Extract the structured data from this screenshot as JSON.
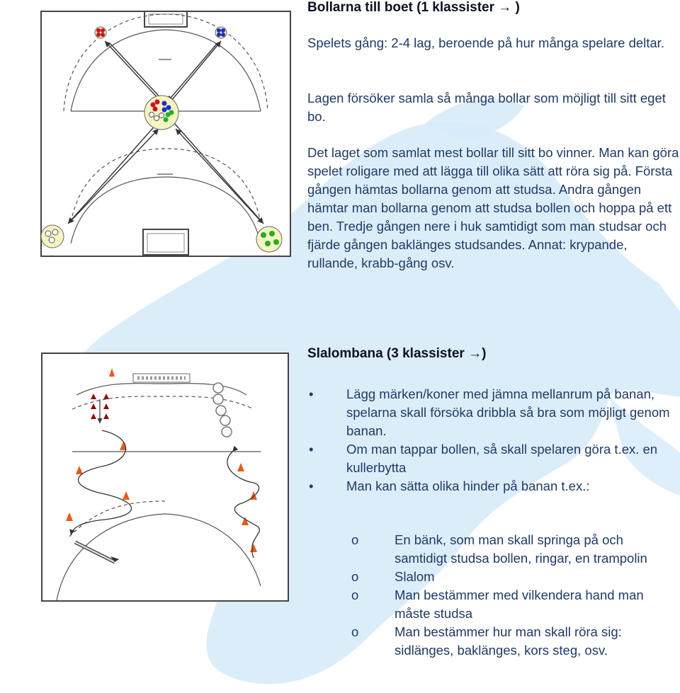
{
  "section1": {
    "title": "Bollarna till boet (1 klassister",
    "title_arrow": "→",
    "title_close": " )",
    "paragraphs": [
      "Spelets gång: 2-4 lag, beroende på hur många spelare deltar.",
      "Lagen försöker samla så många bollar som möjligt till sitt eget bo.",
      "Det laget som samlat mest bollar till sitt bo vinner. Man kan göra spelet roligare med att lägga till olika sätt att röra sig på. Första gången hämtas bollarna genom att studsa. Andra gången hämtar man bollarna genom att studsa bollen och hoppa på ett ben. Tredje gången nere i huk samtidigt som man studsar och fjärde gången baklänges studsandes. Annat: krypande, rullande, krabb-gång osv."
    ]
  },
  "section2": {
    "title": "Slalombana (3 klassister",
    "title_arrow": "→",
    "title_close": ")",
    "bullet_mark": "•",
    "bullets": [
      "Lägg märken/koner med jämna mellanrum på banan, spelarna skall försöka dribbla så bra som möjligt genom banan.",
      "Om man tappar bollen, så skall spelaren göra t.ex. en kullerbytta",
      "Man kan sätta olika hinder på banan t.ex.:"
    ],
    "sub_mark": "o",
    "sub_bullets": [
      "En bänk, som man skall springa på och samtidigt studsa bollen, ringar, en trampolin",
      "Slalom",
      "Man bestämmer med vilkendera hand man måste studsa",
      "Man bestämmer hur man skall röra sig: sidlänges, baklänges, kors steg, osv."
    ]
  },
  "colors": {
    "text": "#1f3a66",
    "heading": "#0b1020",
    "water": "#cfe6f8",
    "court_line": "#555555",
    "nest_fill": "#f7f3c2",
    "cone": "#e85a1a",
    "team_red": "#d0101a",
    "team_blue": "#1a2fc0",
    "team_green": "#22b020"
  },
  "icons": {
    "title_arrow": "right-arrow-icon",
    "cone": "traffic-cone-icon",
    "ring": "hoop-ring-icon",
    "bench": "bench-icon"
  }
}
